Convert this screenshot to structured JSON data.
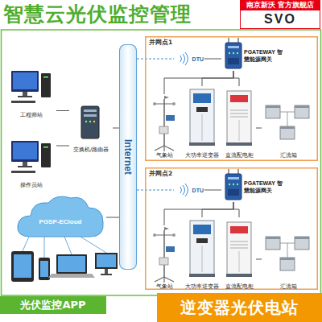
{
  "diagram": {
    "title": "智慧云光伏监控管理",
    "nodes": [
      {
        "text": [
          "南京新沃 官方旗舰店",
          "SVO"
        ]
      },
      {
        "text": [
          "工程师站"
        ]
      },
      {
        "text": [
          "操作员站"
        ]
      },
      {
        "text": [
          "交换机/路由器"
        ]
      },
      {
        "text": [
          "Internet"
        ]
      },
      {
        "text": [
          "PGSP-ECloud"
        ]
      },
      {
        "text": [
          "光伏监控APP"
        ]
      },
      {
        "text": [
          "并网点1"
        ]
      },
      {
        "text": [
          "PGATEWAY 智慧能源网关"
        ],
        "in": 7
      },
      {
        "text": [
          "DTU"
        ],
        "in": 7
      },
      {
        "text": [
          "气象站"
        ],
        "in": 7
      },
      {
        "text": [
          "大功率逆变器"
        ],
        "in": 7
      },
      {
        "text": [
          "直流配电柜"
        ],
        "in": 7
      },
      {
        "text": [
          "汇流箱"
        ],
        "in": 7
      },
      {
        "text": [
          "并网点2"
        ]
      },
      {
        "text": [
          "PGATEWAY 智慧能源网关"
        ],
        "in": 14
      },
      {
        "text": [
          "DTU"
        ],
        "in": 14
      },
      {
        "text": [
          "气象站"
        ],
        "in": 14
      },
      {
        "text": [
          "大功率逆变器"
        ],
        "in": 14
      },
      {
        "text": [
          "直流配电柜"
        ],
        "in": 14
      },
      {
        "text": [
          "汇流箱"
        ],
        "in": 14
      },
      {
        "text": [
          "逆变器光伏电站"
        ]
      }
    ],
    "edges": [
      {
        "from": 1,
        "to": 3,
        "arrow": "none"
      },
      {
        "from": 2,
        "to": 3,
        "arrow": "none"
      },
      {
        "from": 3,
        "to": 4,
        "arrow": "none"
      },
      {
        "from": 5,
        "to": 4,
        "arrow": "none"
      },
      {
        "from": 4,
        "to": 9,
        "arrow": "none"
      },
      {
        "from": 9,
        "to": 8,
        "arrow": "none"
      },
      {
        "from": 8,
        "to": 10,
        "arrow": "none"
      },
      {
        "from": 8,
        "to": 11,
        "arrow": "none"
      },
      {
        "from": 8,
        "to": 12,
        "arrow": "none"
      },
      {
        "from": 12,
        "to": 13,
        "arrow": "none"
      },
      {
        "from": 4,
        "to": 16,
        "arrow": "none"
      },
      {
        "from": 16,
        "to": 15,
        "arrow": "none"
      },
      {
        "from": 15,
        "to": 17,
        "arrow": "none"
      },
      {
        "from": 15,
        "to": 18,
        "arrow": "none"
      },
      {
        "from": 15,
        "to": 19,
        "arrow": "none"
      },
      {
        "from": 19,
        "to": 20,
        "arrow": "none"
      }
    ]
  }
}
